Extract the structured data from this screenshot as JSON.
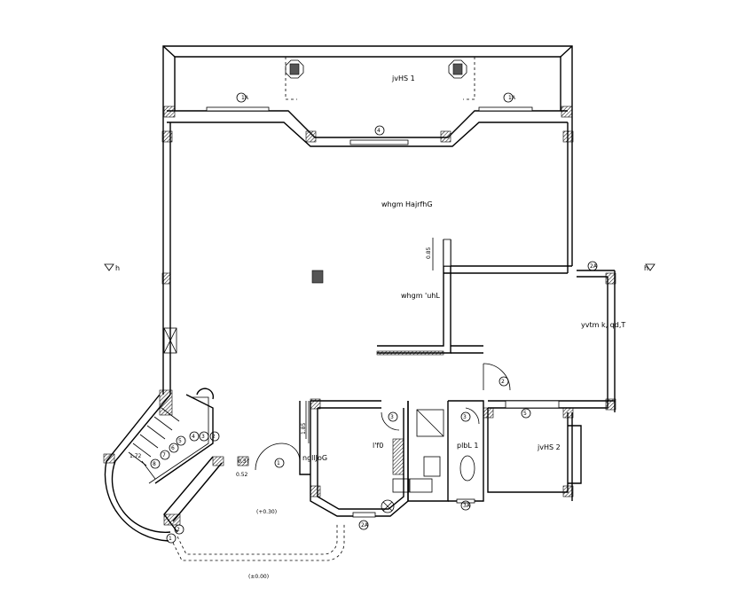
{
  "rooms": {
    "balcony_1": "jvHS 1",
    "hall_main": "whgm HajrfhG",
    "hall_secondary": "whgm 'uhL",
    "bedroom": "yvtm k,  qd,T",
    "balcony_2": "jvHS 2",
    "kitchen": "l'f0",
    "bath": "plbL 1",
    "entry": "ngllJoG"
  },
  "levels": {
    "landing": "(+0.30)",
    "ground": "(±0.00)"
  },
  "dimensions": {
    "d1": "0.85",
    "d2": "1.85",
    "d3": "1.72",
    "d4": "0.37",
    "d5": "0.52"
  },
  "section_marks": {
    "left": "h",
    "right": "h"
  },
  "tags": {
    "w1a_left": "1A",
    "w1a_right": "1A",
    "w4": "4",
    "w2a": "2A",
    "d2": "2",
    "d3_kitchen": "3",
    "d3_bath": "3",
    "w5": "5",
    "w2a_kitchen": "2A",
    "w3a_bath": "3A",
    "d1_entry": "1",
    "stair_1": "1",
    "stair_2": "2",
    "stair_3": "3",
    "stair_4": "4",
    "stair_5": "5",
    "stair_6": "6",
    "stair_7": "7",
    "stair_8": "8",
    "stair_a": "2",
    "stair_b": "3",
    "stair_c": "2"
  },
  "colors": {
    "line": "#000000",
    "background": "#ffffff",
    "column_fill": "#555555"
  }
}
